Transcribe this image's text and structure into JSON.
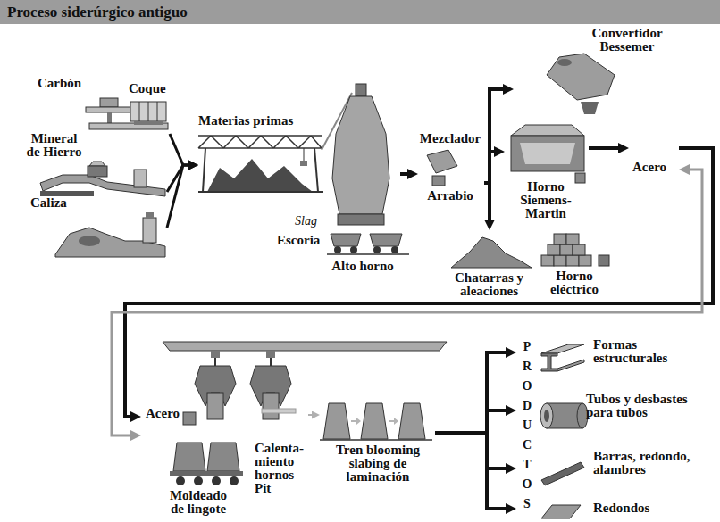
{
  "diagram": {
    "title": "Proceso siderúrgico antiguo",
    "nodes": [
      {
        "text": [
          "Carbón"
        ]
      },
      {
        "text": [
          "Coque"
        ]
      },
      {
        "text": [
          "Mineral de Hierro"
        ]
      },
      {
        "text": [
          "Caliza"
        ]
      },
      {
        "text": [
          "Materias primas"
        ]
      },
      {
        "text": [
          "Alto horno"
        ]
      },
      {
        "text": [
          "Mezclador",
          "Arrabio"
        ]
      },
      {
        "text": [
          "Convertidor Bessemer"
        ]
      },
      {
        "text": [
          "Horno Siemens-Martin"
        ]
      },
      {
        "text": [
          "Chatarras y aleaciones"
        ]
      },
      {
        "text": [
          "Horno eléctrico"
        ]
      },
      {
        "text": [
          "Acero"
        ]
      },
      {
        "text": [
          "Acero"
        ]
      },
      {
        "text": [
          "Moldeado de lingote"
        ]
      },
      {
        "text": [
          "Calenta- miento hornos Pit"
        ]
      },
      {
        "text": [
          "Tren blooming slabing de laminación"
        ]
      },
      {
        "text": [
          "Formas estructurales"
        ]
      },
      {
        "text": [
          "Tubos y desbastes para tubos"
        ]
      },
      {
        "text": [
          "Barras, redondo, alambres"
        ]
      },
      {
        "text": [
          "Redondos"
        ]
      }
    ],
    "edges": [
      {
        "from": 1,
        "to": 4,
        "arrow": "to"
      },
      {
        "from": 2,
        "to": 4,
        "arrow": "to"
      },
      {
        "from": 3,
        "to": 4,
        "arrow": "to"
      },
      {
        "from": 5,
        "to": 6,
        "arrow": "to"
      },
      {
        "from": 6,
        "to": 7,
        "arrow": "to"
      },
      {
        "from": 6,
        "to": 8,
        "arrow": "to"
      },
      {
        "from": 6,
        "to": 9,
        "arrow": "to"
      },
      {
        "from": 8,
        "to": 11,
        "arrow": "to"
      },
      {
        "from": 11,
        "to": 12,
        "arrow": "to"
      },
      {
        "from": 12,
        "to": 11,
        "arrow": "both"
      },
      {
        "from": 14,
        "to": 15,
        "arrow": "to"
      },
      {
        "from": 15,
        "to": 16,
        "arrow": "to"
      },
      {
        "from": 15,
        "to": 17,
        "arrow": "to"
      },
      {
        "from": 15,
        "to": 18,
        "arrow": "to"
      },
      {
        "from": 15,
        "to": 19,
        "arrow": "to"
      }
    ],
    "labels": [
      "Slag",
      "Escoria",
      "PRODUCTOS"
    ]
  }
}
